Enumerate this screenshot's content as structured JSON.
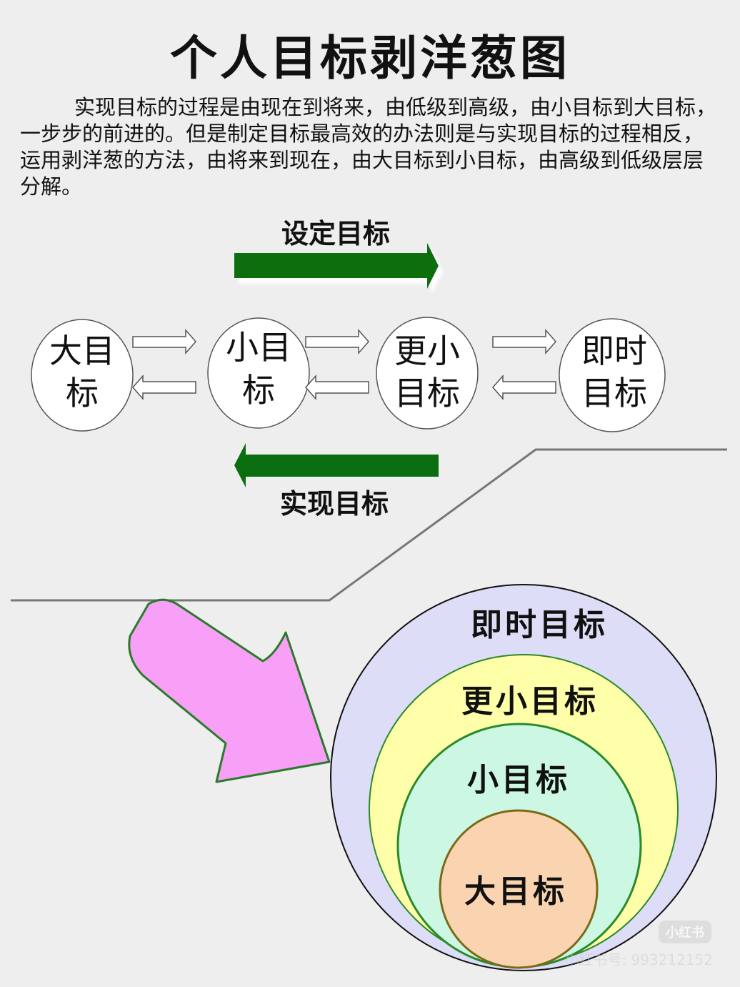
{
  "title": "个人目标剥洋葱图",
  "intro": "实现目标的过程是由现在到将来，由低级到高级，由小目标到大目标，一步步的前进的。但是制定目标最高效的办法则是与实现目标的过程相反，运用剥洋葱的方法，由将来到现在，由大目标到小目标，由高级到低级层层分解。",
  "flow": {
    "set_goal_label": "设定目标",
    "achieve_goal_label": "实现目标",
    "nodes": [
      {
        "line1": "大目",
        "line2": "标"
      },
      {
        "line1": "小目",
        "line2": "标"
      },
      {
        "line1": "更小",
        "line2": "目标"
      },
      {
        "line1": "即时",
        "line2": "目标"
      }
    ]
  },
  "onion": {
    "layers": [
      {
        "label": "即时目标",
        "color": "#ddddf8"
      },
      {
        "label": "更小目标",
        "color": "#ffffaa"
      },
      {
        "label": "小目标",
        "color": "#ccf7e3"
      },
      {
        "label": "大目标",
        "color": "#fad4b0"
      }
    ]
  },
  "colors": {
    "arrow_green": "#0a6e10",
    "pink_arrow": "#f8a0f8"
  },
  "watermark": {
    "logo": "小红书",
    "id": "小红书号: 993212152"
  }
}
